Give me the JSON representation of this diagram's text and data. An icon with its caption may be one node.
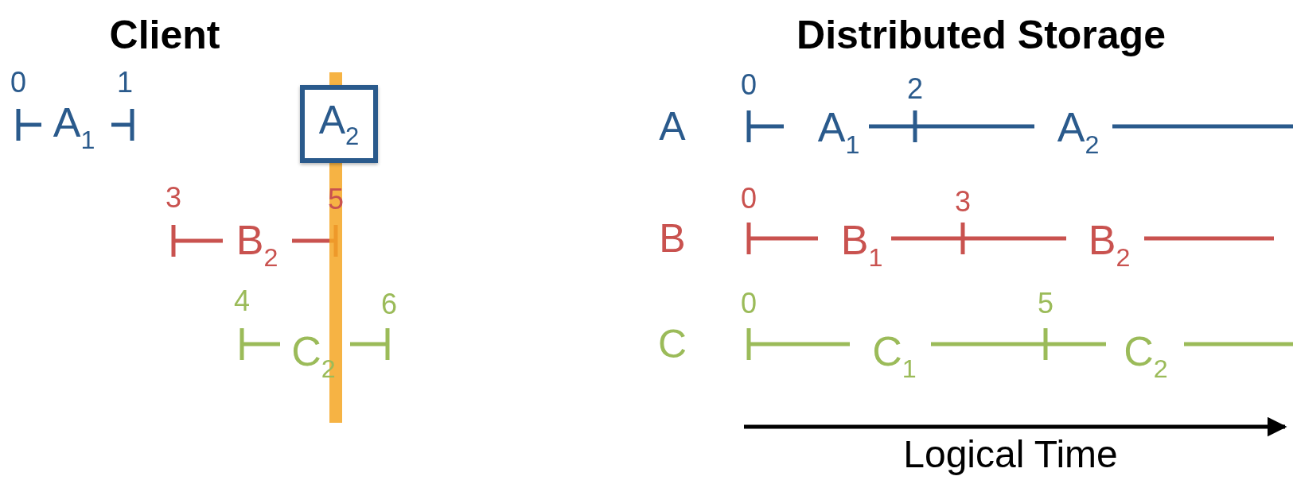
{
  "diagram": {
    "nodes": [
      {
        "text": [
          "A$_{2}$"
        ]
      }
    ],
    "edges": [],
    "labels": [
      "Client",
      "Distributed Storage",
      "0",
      "1",
      "A$_{1}$",
      "3",
      "5",
      "B$_{2}$",
      "4",
      "6",
      "C$_{2}$",
      "A",
      "0",
      "2",
      "A$_{1}$",
      "A$_{2}$",
      "B",
      "0",
      "3",
      "B$_{1}$",
      "B$_{2}$",
      "C",
      "0",
      "5",
      "C$_{1}$",
      "C$_{2}$",
      "Logical Time"
    ]
  }
}
